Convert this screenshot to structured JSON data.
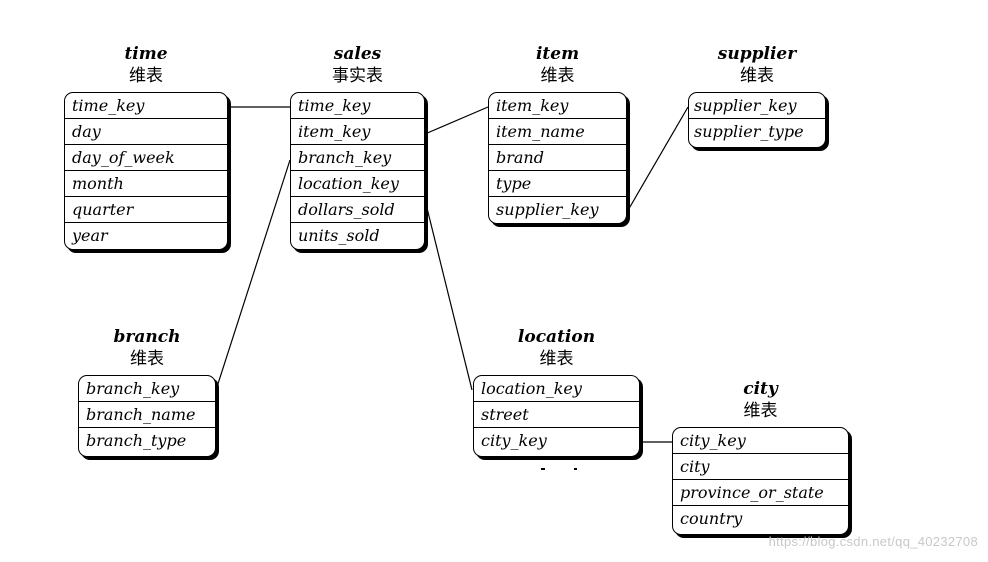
{
  "tables": {
    "time": {
      "title": "time",
      "subtitle": "维表",
      "fields": [
        "time_key",
        "day",
        "day_of_week",
        "month",
        "quarter",
        "year"
      ]
    },
    "sales": {
      "title": "sales",
      "subtitle": "事实表",
      "fields": [
        "time_key",
        "item_key",
        "branch_key",
        "location_key",
        "dollars_sold",
        "units_sold"
      ]
    },
    "item": {
      "title": "item",
      "subtitle": "维表",
      "fields": [
        "item_key",
        "item_name",
        "brand",
        "type",
        "supplier_key"
      ]
    },
    "supplier": {
      "title": "supplier",
      "subtitle": "维表",
      "fields": [
        "supplier_key",
        "supplier_type"
      ]
    },
    "branch": {
      "title": "branch",
      "subtitle": "维表",
      "fields": [
        "branch_key",
        "branch_name",
        "branch_type"
      ]
    },
    "location": {
      "title": "location",
      "subtitle": "维表",
      "fields": [
        "location_key",
        "street",
        "city_key"
      ]
    },
    "city": {
      "title": "city",
      "subtitle": "维表",
      "fields": [
        "city_key",
        "city",
        "province_or_state",
        "country"
      ]
    }
  },
  "watermark": "https://blog.csdn.net/qq_40232708"
}
